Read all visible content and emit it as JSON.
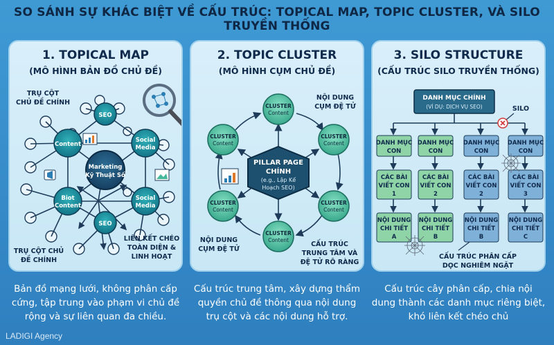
{
  "main_title": "SO SÁNH SỰ KHÁC BIỆT VỀ CẤU TRÚC: TOPICAL MAP, TOPIC CLUSTER, VÀ SILO TRUYỀN THỐNG",
  "footer": "LADIGI Agency",
  "panels": [
    {
      "title": "1. TOPICAL MAP",
      "subtitle": "(MÔ HÌNH BẢN ĐỒ CHỦ ĐỀ)",
      "caption": "Bản đồ mạng lưới, không phân cấp cứng, tập trung vào phạm vi chủ đề rộng và sự liên quan đa chiều.",
      "center_line1": "Marketing",
      "center_line2": "Kỹ Thuật Số",
      "nodes": {
        "seo_top": "SEO",
        "content_left": "Content",
        "social_top": "Social",
        "media_top": "Media",
        "biot": "Biot",
        "content_bl": "Content",
        "social_bottom": "Social",
        "media_bottom": "Media",
        "seo_bottom": "SEO"
      },
      "label_top_l1": "TRỤ CỘT",
      "label_top_l2": "CHỦ ĐỀ CHÍNH",
      "label_bl_l1": "TRỤ CỘT CHỦ",
      "label_bl_l2": "ĐỀ CHÍNH",
      "label_br_l1": "LIÊN KẾT CHÉO",
      "label_br_l2": "TOÀN DIỆN &",
      "label_br_l3": "LINH HOẠT"
    },
    {
      "title": "2. TOPIC CLUSTER",
      "subtitle": "(MÔ HÌNH CỤM CHỦ ĐỀ)",
      "caption": "Cấu trúc trung tâm, xây dựng thẩm quyền chủ đề thông qua nội dung trụ cột và các nội dung hỗ trợ.",
      "pillar_l1": "PILLAR PAGE",
      "pillar_l2": "CHÍNH",
      "pillar_l3": "(e.g., Lập Kế",
      "pillar_l4": "Hoạch SEO)",
      "cluster_l1": "CLUSTER",
      "cluster_l2": "Content",
      "label_tr_l1": "NỘI DUNG",
      "label_tr_l2": "CỤM ĐỆ TỬ",
      "label_bl_l1": "NỘI DUNG",
      "label_bl_l2": "CỤM ĐỆ TỬ",
      "label_br_l1": "CẤU TRÚC",
      "label_br_l2": "TRUNG TÂM VÀ",
      "label_br_l3": "ĐỆ TỬ RÕ RÀNG"
    },
    {
      "title": "3. SILO STRUCTURE",
      "subtitle": "(CẤU TRÚC SILO TRUYỀN THỐNG)",
      "caption": "Cấu trúc cây phân cấp, chia nội dung thành các danh mục riêng biệt, khó liên kết chéo chủ",
      "root_l1": "DANH MỤC CHÍNH",
      "root_l2": "(VÍ DỤ: DỊCH VỤ SEO)",
      "silo_label": "SILO",
      "cat_l1": "DANH MỤC",
      "cat_l2": "CON",
      "post_l1": "CÁC BÀI",
      "post_l2": "VIẾT CON",
      "post_nums": [
        "1",
        "2",
        "2",
        "3"
      ],
      "detail_l1": "NỘI DUNG",
      "detail_l2": "CHI TIẾT",
      "detail_letters": [
        "A",
        "B",
        "B",
        "C"
      ],
      "bottom_l1": "CẤU TRÚC PHÂN CẤP",
      "bottom_l2": "DỌC NGHIÊM NGẶT"
    }
  ],
  "colors": {
    "background": "#3f9ad4",
    "panel": "#d3ecf8",
    "node_teal": "#1f8fa0",
    "node_dark": "#1e4f74",
    "cluster_green": "#43b89a",
    "pillar": "#1d4f6e",
    "silo_root": "#2a6a8a",
    "silo_green": "#8fd4a6",
    "silo_blue": "#7fb0d8"
  }
}
